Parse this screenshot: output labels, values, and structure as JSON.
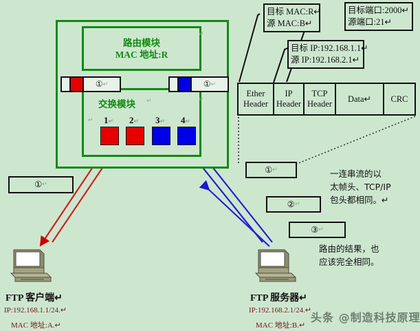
{
  "background_color": "#cde7cf",
  "colors": {
    "green": "#128a12",
    "red": "#e60000",
    "blue": "#0000e6",
    "orange": "#f08000",
    "dark_red_text": "#7a1414",
    "black": "#111111"
  },
  "chassis": {
    "router_module": {
      "title": "路由模块",
      "mac": "MAC 地址:R",
      "pilcrow": "↵"
    },
    "switch_module": {
      "title": "交换模块",
      "pilcrow": "↵"
    },
    "ports": [
      {
        "label": "1",
        "color": "#e60000",
        "mark": "↵"
      },
      {
        "label": "2",
        "color": "#e60000",
        "mark": "↵"
      },
      {
        "label": "3",
        "color": "#0000e6",
        "mark": "↵"
      },
      {
        "label": "4",
        "color": "#0000e6",
        "mark": "↵"
      }
    ],
    "frames": [
      {
        "id": "frame-in",
        "label": "①",
        "swatch_color": "#e60000",
        "mark": "↵"
      },
      {
        "id": "frame-out",
        "label": "①",
        "swatch_color": "#0000e6",
        "mark": "↵"
      }
    ]
  },
  "standalone_frame_box": {
    "label": "①",
    "mark": "↵"
  },
  "header_annotations": [
    {
      "name": "mac-annotation",
      "lines": [
        "目标 MAC:R↵",
        "源 MAC:B↵"
      ]
    },
    {
      "name": "port-annotation",
      "lines": [
        "目标端口:2000↵",
        "源端口:21↵"
      ]
    },
    {
      "name": "ip-annotation",
      "lines": [
        "目标 IP:192.168.1.1↵",
        "源 IP:192.168.2.1↵"
      ]
    }
  ],
  "packet_table": {
    "cells": [
      {
        "lines": [
          "Ether",
          "Header"
        ],
        "width": 52
      },
      {
        "lines": [
          "IP",
          "Header"
        ],
        "width": 44
      },
      {
        "lines": [
          "TCP",
          "Header"
        ],
        "width": 46
      },
      {
        "lines": [
          "Data↵",
          ""
        ],
        "width": 70
      },
      {
        "lines": [
          "CRC",
          ""
        ],
        "width": 44
      }
    ]
  },
  "sequence_boxes": [
    {
      "label": "①",
      "mark": "↵"
    },
    {
      "label": "②",
      "mark": "↵"
    },
    {
      "label": "③",
      "mark": "↵"
    }
  ],
  "notes": [
    {
      "name": "note-same-headers",
      "lines": [
        "一连串流的以",
        "太帧头、TCP/IP",
        "包头都相同。↵"
      ]
    },
    {
      "name": "note-same-routing",
      "lines": [
        "路由的结果，也",
        "应该完全相同。"
      ]
    }
  ],
  "hosts": [
    {
      "name": "ftp-client",
      "title": "FTP 客户端↵",
      "ip": "IP:192.168.1.1/24.↵",
      "mac": "MAC 地址:A.↵"
    },
    {
      "name": "ftp-server",
      "title": "FTP 服务器↵",
      "ip": "IP:192.168.2.1/24.↵",
      "mac": "MAC 地址:B.↵"
    }
  ],
  "watermark": {
    "text": "头条 @制造科技原理"
  }
}
